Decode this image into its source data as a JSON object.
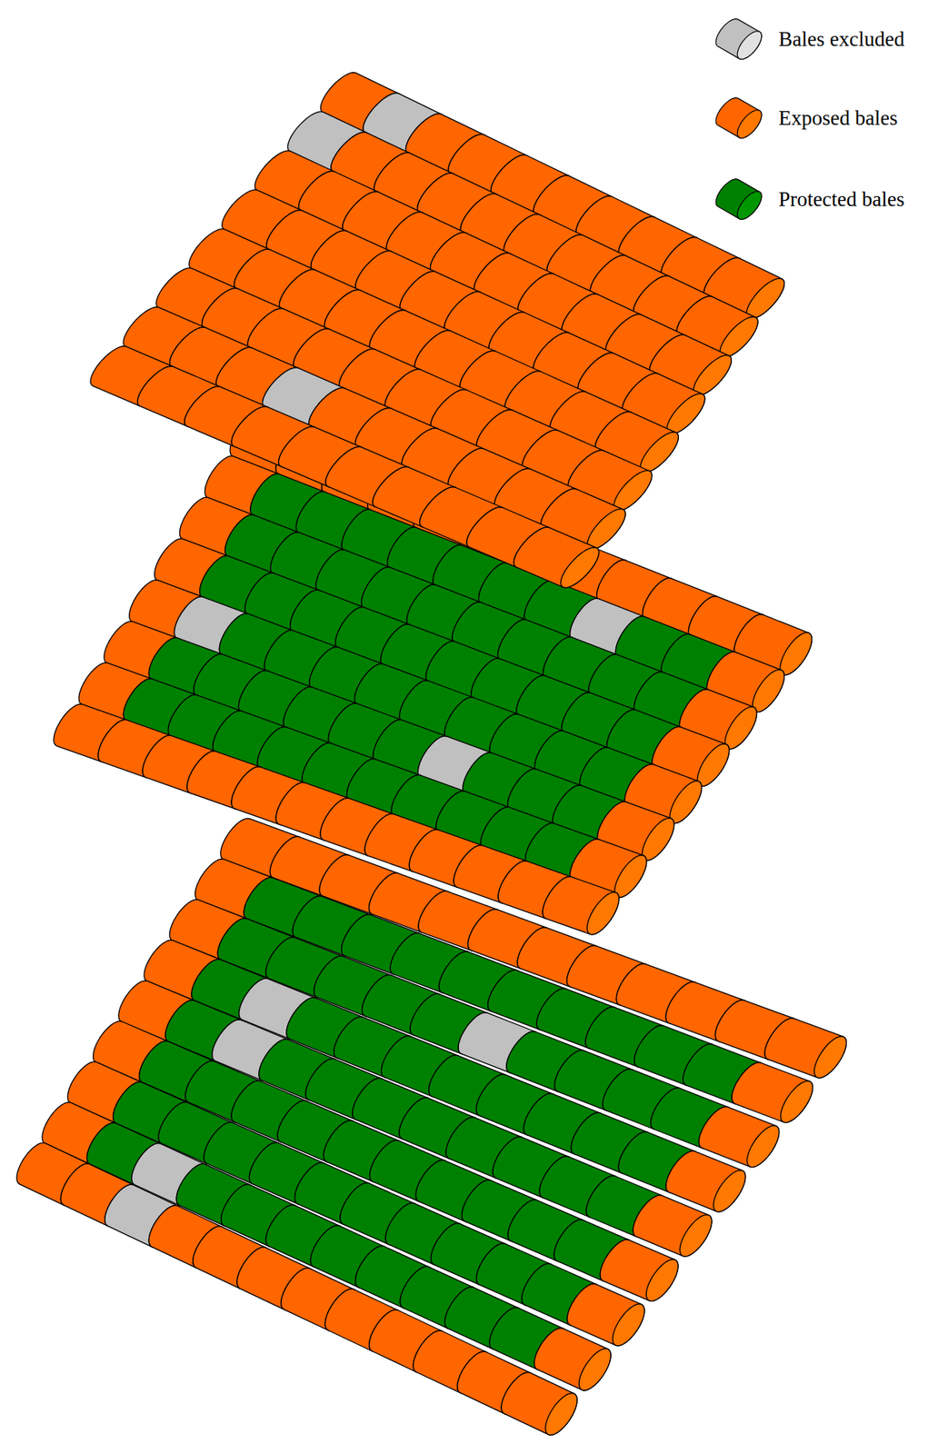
{
  "diagram": {
    "legend": [
      {
        "text": "Bales excluded",
        "color": "#c0c0c0"
      },
      {
        "text": "Exposed bales",
        "color": "#ff6600"
      },
      {
        "text": "Protected bales",
        "color": "#008000"
      }
    ]
  }
}
